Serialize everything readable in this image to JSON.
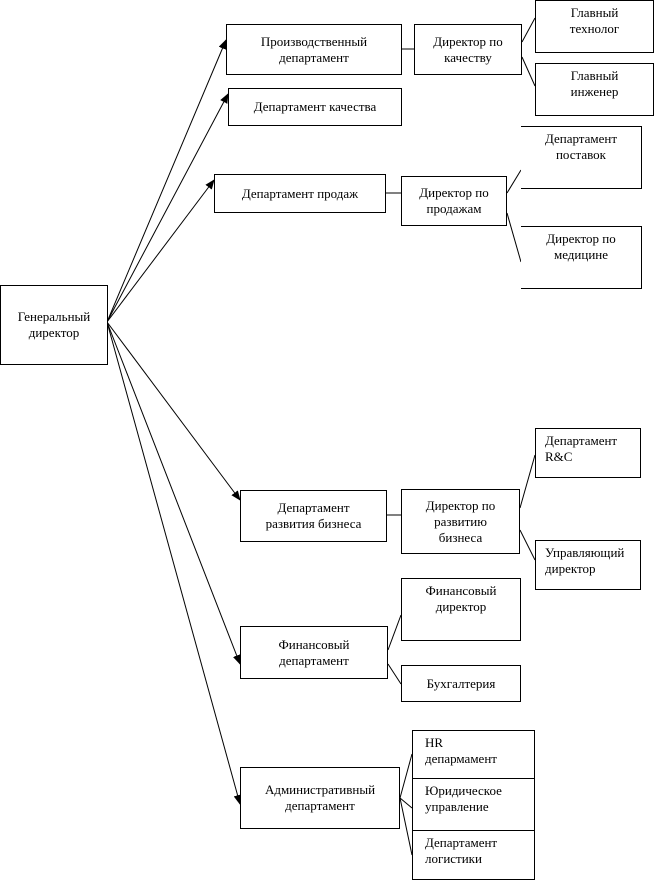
{
  "diagram": {
    "nodes": {
      "ceo": "Генеральный\nдиректор",
      "production_dept": "Производственный\nдепартамент",
      "quality_director": "Директор по\nкачеству",
      "chief_technologist": "Главный\nтехнолог",
      "chief_engineer": "Главный\nинженер",
      "quality_dept": "Департамент качества",
      "sales_dept": "Департамент продаж",
      "sales_director": "Директор по\nпродажам",
      "supply_dept": "Департамент\nпоставок",
      "medicine_director": "Директор по\nмедицине",
      "bizdev_dept": "Департамент\nразвития бизнеса",
      "bizdev_director": "Директор по\nразвитию\nбизнеса",
      "rnd_dept": "Департамент\nR&C",
      "managing_director": "Управляющий\nдиректор",
      "finance_dept": "Финансовый\nдепартамент",
      "cfo": "Финансовый\nдиректор",
      "accounting": "Бухгалтерия",
      "admin_dept": "Административный\nдепартамент",
      "hr_dept": "HR\nдепармамент",
      "legal_dept": "Юридическое\nуправление",
      "logistics_dept": "Департамент\nлогистики"
    },
    "line_color": "#000000"
  }
}
